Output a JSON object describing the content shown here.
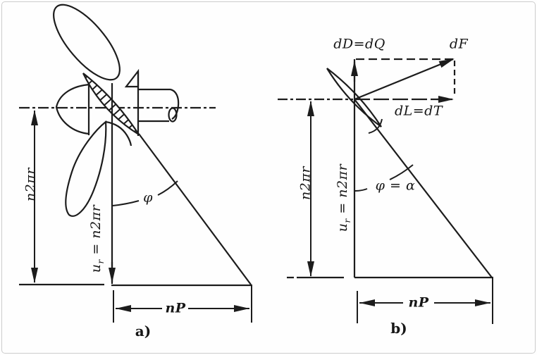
{
  "figure": {
    "panel_a": {
      "caption": "a)",
      "labels": {
        "rotation_speed": "n2πr",
        "blade_speed_base": "u",
        "blade_speed_sub": "r",
        "blade_speed_rest": " = n2πr",
        "pitch_angle": "φ",
        "pitch": "nP"
      }
    },
    "panel_b": {
      "caption": "b)",
      "labels": {
        "drag_torque": "dD=dQ",
        "resultant_force": "dF",
        "lift_thrust": "dL=dT",
        "rotation_speed": "n2πr",
        "blade_speed_base": "u",
        "blade_speed_sub": "r",
        "blade_speed_rest": " = n2πr",
        "angle_equality": "φ = α",
        "pitch": "nP"
      }
    },
    "colors": {
      "ink": "#1c1c1c",
      "background": "#fefefe",
      "border": "#cccccc"
    }
  }
}
